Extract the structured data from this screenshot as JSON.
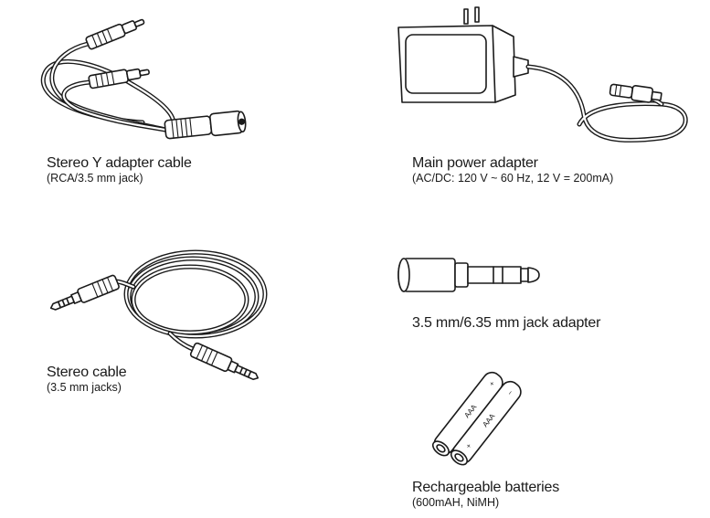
{
  "items": {
    "y_adapter": {
      "title": "Stereo Y adapter cable",
      "subtitle": "(RCA/3.5 mm jack)"
    },
    "power_adapter": {
      "title": "Main power adapter",
      "subtitle": "(AC/DC: 120 V ~ 60 Hz, 12 V = 200mA)"
    },
    "stereo_cable": {
      "title": "Stereo cable",
      "subtitle": "(3.5 mm jacks)"
    },
    "jack_adapter": {
      "title": "3.5 mm/6.35 mm jack adapter"
    },
    "batteries": {
      "title": "Rechargeable batteries",
      "subtitle": "(600mAH, NiMH)",
      "battery_label": "AAA"
    }
  },
  "colors": {
    "ink": "#1a1a1a",
    "background": "#ffffff"
  }
}
